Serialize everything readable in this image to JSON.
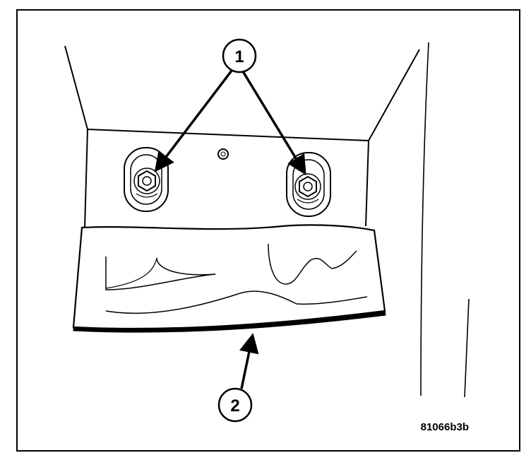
{
  "callouts": [
    {
      "label": "1",
      "target": "mounting-nuts"
    },
    {
      "label": "2",
      "target": "panel-cover"
    }
  ],
  "figure_code": "81066b3b",
  "colors": {
    "ink": "#000000",
    "paper": "#ffffff"
  }
}
